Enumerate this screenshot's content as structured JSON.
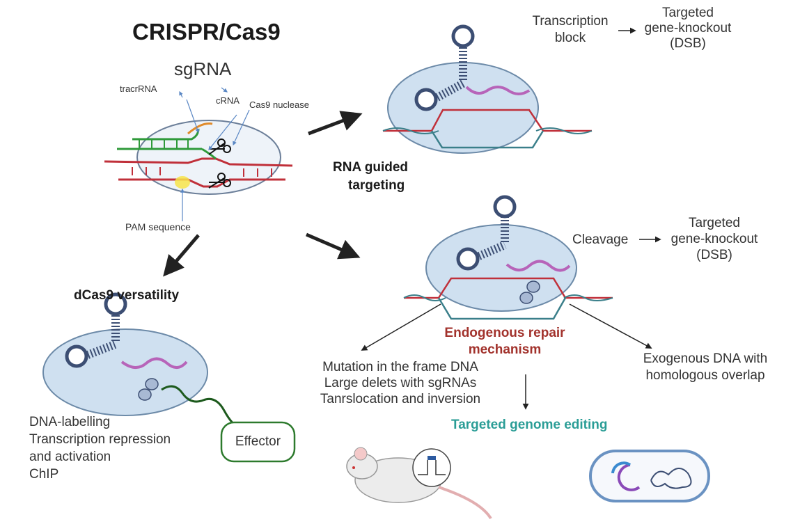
{
  "title": "CRISPR/Cas9",
  "sgrna_label": "sgRNA",
  "tracr_label": "tracrRNA",
  "crna_label": "cRNA",
  "cas9_label": "Cas9 nuclease",
  "pam_label": "PAM sequence",
  "rna_guided_line1": "RNA guided",
  "rna_guided_line2": "targeting",
  "transcription_block_line1": "Transcription",
  "transcription_block_line2": "block",
  "knockout_top": [
    "Targeted",
    "gene-knockout",
    "(DSB)"
  ],
  "cleavage_label": "Cleavage",
  "knockout_mid": [
    "Targeted",
    "gene-knockout",
    "(DSB)"
  ],
  "dcas9_title": "dCas9 versatility",
  "dcas9_uses": [
    "DNA-labelling",
    "Transcription repression",
    "and activation",
    "ChIP"
  ],
  "effector_label": "Effector",
  "repair_line1": "Endogenous repair",
  "repair_line2": "mechanism",
  "mutation_lines": [
    "Mutation in the frame DNA",
    "Large delets with sgRNAs",
    "Tanrslocation and inversion"
  ],
  "exogenous_lines": [
    "Exogenous DNA with",
    "homologous overlap"
  ],
  "genome_editing_label": "Targeted genome editing",
  "colors": {
    "capsule_fill": "#cfe0f0",
    "capsule_stroke": "#4d6a8a",
    "rna_purple": "#b764b9",
    "dna_red": "#c0303a",
    "dna_teal": "#3a7f8a",
    "green_rna": "#2f9a3a",
    "orange_rna": "#e08a2a",
    "repair_red": "#a2322c",
    "editing_teal": "#2a9d96",
    "effector_green": "#2d7a2d"
  }
}
